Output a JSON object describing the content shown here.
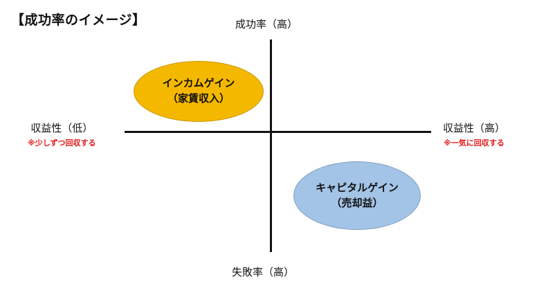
{
  "heading": "【成功率のイメージ】",
  "axes": {
    "top": "成功率（高）",
    "bottom": "失敗率（高）",
    "left": {
      "label": "収益性（低）",
      "note": "※少しずつ回収する"
    },
    "right": {
      "label": "収益性（高）",
      "note": "※一気に回収する"
    }
  },
  "quadrants": {
    "income_gain": {
      "title": "インカムゲイン",
      "sub": "（家賃収入）",
      "color": "#f5b800"
    },
    "capital_gain": {
      "title": "キャピタルゲイン",
      "sub": "（売却益）",
      "color": "#a3c4e6"
    }
  },
  "colors": {
    "note": "#e01818",
    "axis": "#111111"
  }
}
